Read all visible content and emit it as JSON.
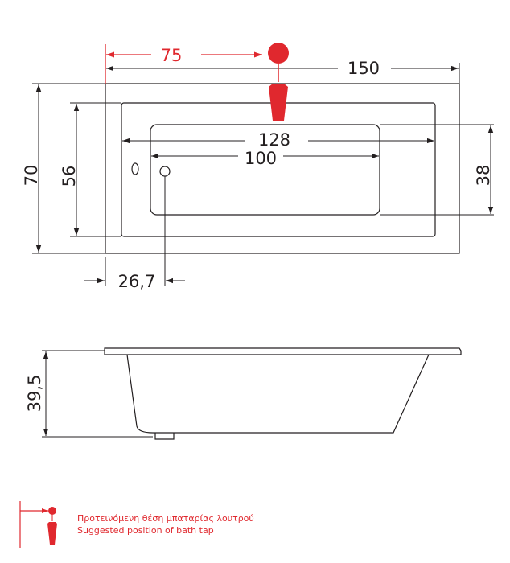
{
  "top_view": {
    "overall_length": "150",
    "overall_width": "70",
    "inner_width": "56",
    "basin_length": "128",
    "basin_flat_length": "100",
    "basin_width": "38",
    "drain_offset": "26,7",
    "tap_offset": "75"
  },
  "side_view": {
    "height": "39,5"
  },
  "legend": {
    "label_el": "Προτεινόμενη θέση μπαταρίας λουτρού",
    "label_en": "Suggested position of bath tap"
  },
  "colors": {
    "line": "#231f20",
    "accent": "#e0282e"
  }
}
